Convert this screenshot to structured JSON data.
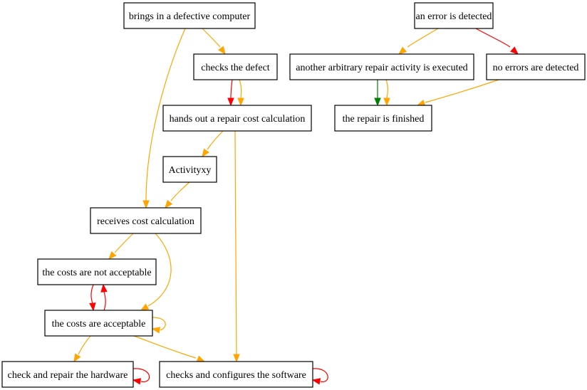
{
  "colors": {
    "orange": "#ffa500",
    "red": "#ff0000",
    "green": "#008000",
    "node_border": "#000000",
    "background": "#ffffff"
  },
  "nodes": [
    {
      "id": "brings",
      "label": "brings in a defective computer"
    },
    {
      "id": "checks_defect",
      "label": "checks the defect"
    },
    {
      "id": "hands_out",
      "label": "hands out a repair cost calculation"
    },
    {
      "id": "activityxy",
      "label": "Activityxy"
    },
    {
      "id": "receives",
      "label": "receives cost calculation"
    },
    {
      "id": "not_acceptable",
      "label": "the costs are not acceptable"
    },
    {
      "id": "acceptable",
      "label": "the costs are acceptable"
    },
    {
      "id": "check_repair_hw",
      "label": "check and repair the hardware"
    },
    {
      "id": "configures_sw",
      "label": "checks and configures the software"
    },
    {
      "id": "error_detected",
      "label": "an error is detected"
    },
    {
      "id": "another_repair",
      "label": "another arbitrary repair activity is executed"
    },
    {
      "id": "no_errors",
      "label": "no errors are detected"
    },
    {
      "id": "repair_finished",
      "label": "the repair is finished"
    }
  ],
  "edges": [
    {
      "from": "brings",
      "to": "checks_defect",
      "color": "orange"
    },
    {
      "from": "brings",
      "to": "receives",
      "color": "orange"
    },
    {
      "from": "checks_defect",
      "to": "hands_out",
      "color": "red"
    },
    {
      "from": "checks_defect",
      "to": "hands_out",
      "color": "orange"
    },
    {
      "from": "hands_out",
      "to": "activityxy",
      "color": "orange"
    },
    {
      "from": "hands_out",
      "to": "configures_sw",
      "color": "orange"
    },
    {
      "from": "activityxy",
      "to": "receives",
      "color": "orange"
    },
    {
      "from": "receives",
      "to": "not_acceptable",
      "color": "orange"
    },
    {
      "from": "receives",
      "to": "acceptable",
      "color": "orange"
    },
    {
      "from": "not_acceptable",
      "to": "acceptable",
      "color": "red"
    },
    {
      "from": "acceptable",
      "to": "not_acceptable",
      "color": "red"
    },
    {
      "from": "acceptable",
      "to": "acceptable",
      "color": "orange"
    },
    {
      "from": "acceptable",
      "to": "check_repair_hw",
      "color": "orange"
    },
    {
      "from": "acceptable",
      "to": "configures_sw",
      "color": "orange"
    },
    {
      "from": "check_repair_hw",
      "to": "check_repair_hw",
      "color": "red"
    },
    {
      "from": "configures_sw",
      "to": "configures_sw",
      "color": "red"
    },
    {
      "from": "error_detected",
      "to": "another_repair",
      "color": "orange"
    },
    {
      "from": "error_detected",
      "to": "no_errors",
      "color": "red"
    },
    {
      "from": "another_repair",
      "to": "repair_finished",
      "color": "green"
    },
    {
      "from": "another_repair",
      "to": "repair_finished",
      "color": "orange"
    },
    {
      "from": "no_errors",
      "to": "repair_finished",
      "color": "orange"
    }
  ]
}
